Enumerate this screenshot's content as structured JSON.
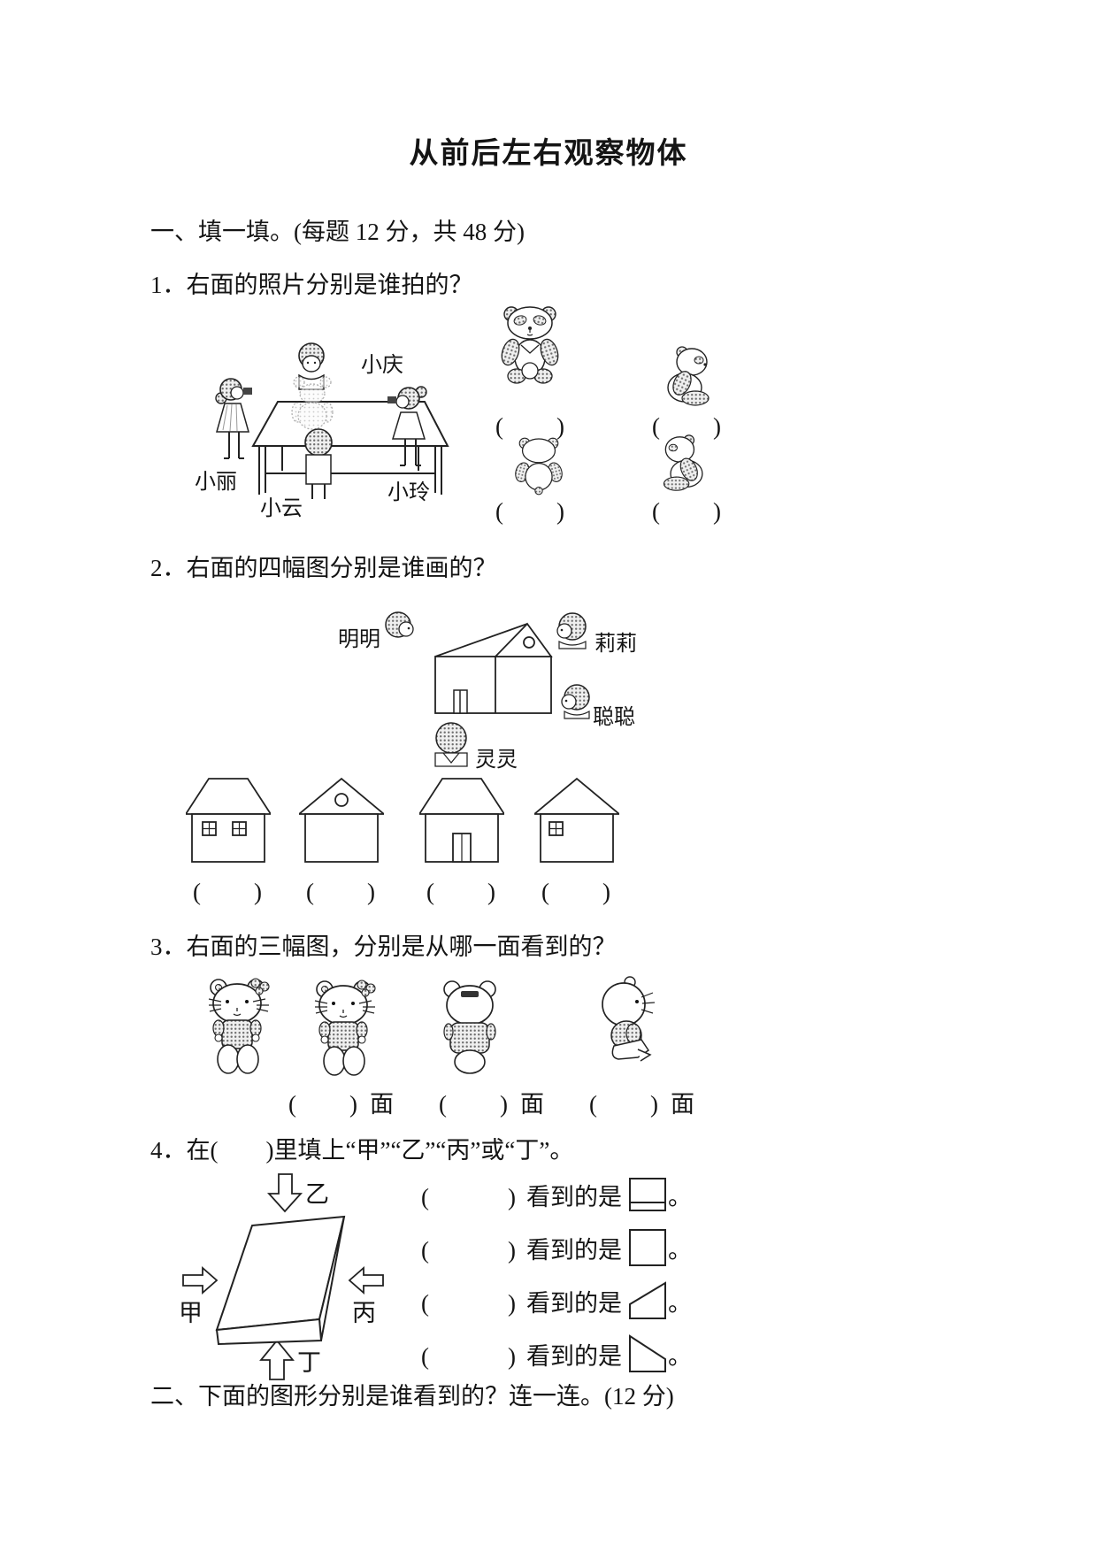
{
  "title": "从前后左右观察物体",
  "section1": {
    "heading": "一、填一填。(每题 12 分，共 48 分)",
    "q1": {
      "text": "1．右面的照片分别是谁拍的？",
      "children": [
        {
          "name": "小庆",
          "position": "back-of-table"
        },
        {
          "name": "小丽",
          "position": "left-of-table"
        },
        {
          "name": "小云",
          "position": "front-of-table"
        },
        {
          "name": "小玲",
          "position": "right-of-table"
        }
      ],
      "photos": [
        "panda-front-view",
        "panda-right-side-view",
        "panda-back-view",
        "panda-left-side-view"
      ],
      "blanks": [
        "(　　)",
        "(　　)",
        "(　　)",
        "(　　)"
      ]
    },
    "q2": {
      "text": "2．右面的四幅图分别是谁画的？",
      "children": [
        {
          "name": "明明",
          "position": "left-of-house"
        },
        {
          "name": "莉莉",
          "position": "behind-right-of-house"
        },
        {
          "name": "聪聪",
          "position": "right-of-house"
        },
        {
          "name": "灵灵",
          "position": "front-of-house"
        }
      ],
      "pictures": [
        "house-side-two-windows",
        "house-gable-round-window",
        "house-front-with-door",
        "house-gable-one-window"
      ],
      "blanks": [
        "(　　)",
        "(　　)",
        "(　　)",
        "(　　)"
      ]
    },
    "q3": {
      "text": "3．右面的三幅图，分别是从哪一面看到的？",
      "figures": [
        "toy-cat-front-reference",
        "toy-cat-front-view",
        "toy-cat-back-view",
        "toy-cat-side-view"
      ],
      "blanks": [
        "(　　)",
        "(　　)",
        "(　　)"
      ],
      "suffix": "面"
    },
    "q4": {
      "text": "4．在(　　)里填上“甲”“乙”“丙”或“丁”。",
      "arrows": {
        "top": "乙",
        "left": "甲",
        "right": "丙",
        "bottom": "丁"
      },
      "see_label": "看到的是",
      "period": "。",
      "rows": [
        {
          "blank": "(　　　)",
          "shape": "rectangle-with-bottom-strip"
        },
        {
          "blank": "(　　　)",
          "shape": "square"
        },
        {
          "blank": "(　　　)",
          "shape": "right-trapezoid-taller-right"
        },
        {
          "blank": "(　　　)",
          "shape": "right-trapezoid-taller-left"
        }
      ]
    }
  },
  "section2": {
    "heading": "二、下面的图形分别是谁看到的？连一连。(12 分)"
  }
}
